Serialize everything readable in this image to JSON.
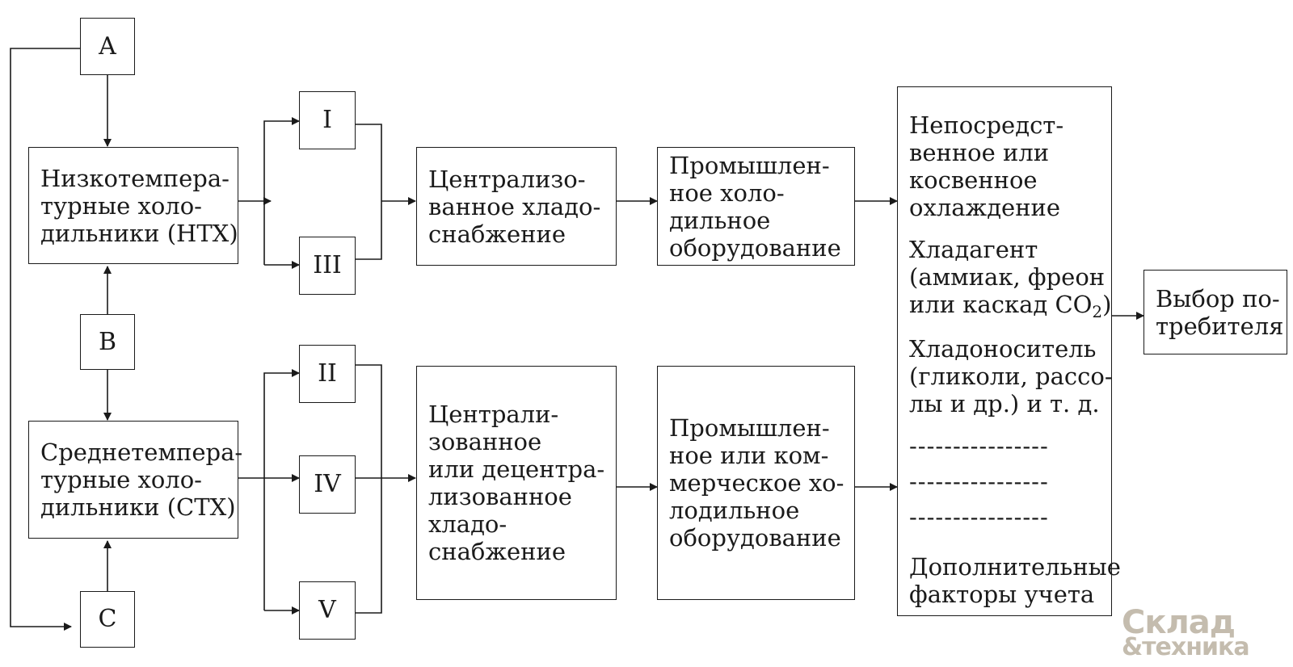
{
  "nodes": {
    "a": "A",
    "b": "B",
    "c": "C",
    "ntx": [
      "Низкотемпера-",
      "турные холо-",
      "дильники (НТХ)"
    ],
    "stx": [
      "Среднетемпера-",
      "турные холо-",
      "дильники (СТХ)"
    ],
    "r1": "I",
    "r3": "III",
    "r2": "II",
    "r4": "IV",
    "r5": "V",
    "central": [
      "Централизо-",
      "ванное хладо-",
      "снабжение"
    ],
    "central_decentral": [
      "Централи-",
      "зованное",
      "или децентра-",
      "лизованное",
      "хладо-",
      "снабжение"
    ],
    "industrial": [
      "Промышлен-",
      "ное холо-",
      "дильное",
      "оборудование"
    ],
    "industrial_commercial": [
      "Промышлен-",
      "ное или ком-",
      "мерческое хо-",
      "лодильное",
      "оборудование"
    ],
    "factors": {
      "cooling": [
        "Непосредст-",
        "венное или",
        "косвенное",
        "охлаждение"
      ],
      "refrigerant": [
        "Хладагент",
        "(аммиак, фреон"
      ],
      "refrigerant_last": "или каскад CO",
      "refrigerant_sub": "2",
      "refrigerant_close": ")",
      "coolant": [
        "Хладоноситель",
        "(гликоли, рассо-",
        "лы и др.) и т. д."
      ],
      "dashes": [
        "----------------",
        "----------------",
        "----------------"
      ],
      "additional": [
        "Дополнительные",
        "факторы учета"
      ]
    },
    "choice": [
      "Выбор по-",
      "требителя"
    ]
  },
  "logo": {
    "line1": "Склад",
    "line2": "&техника"
  }
}
